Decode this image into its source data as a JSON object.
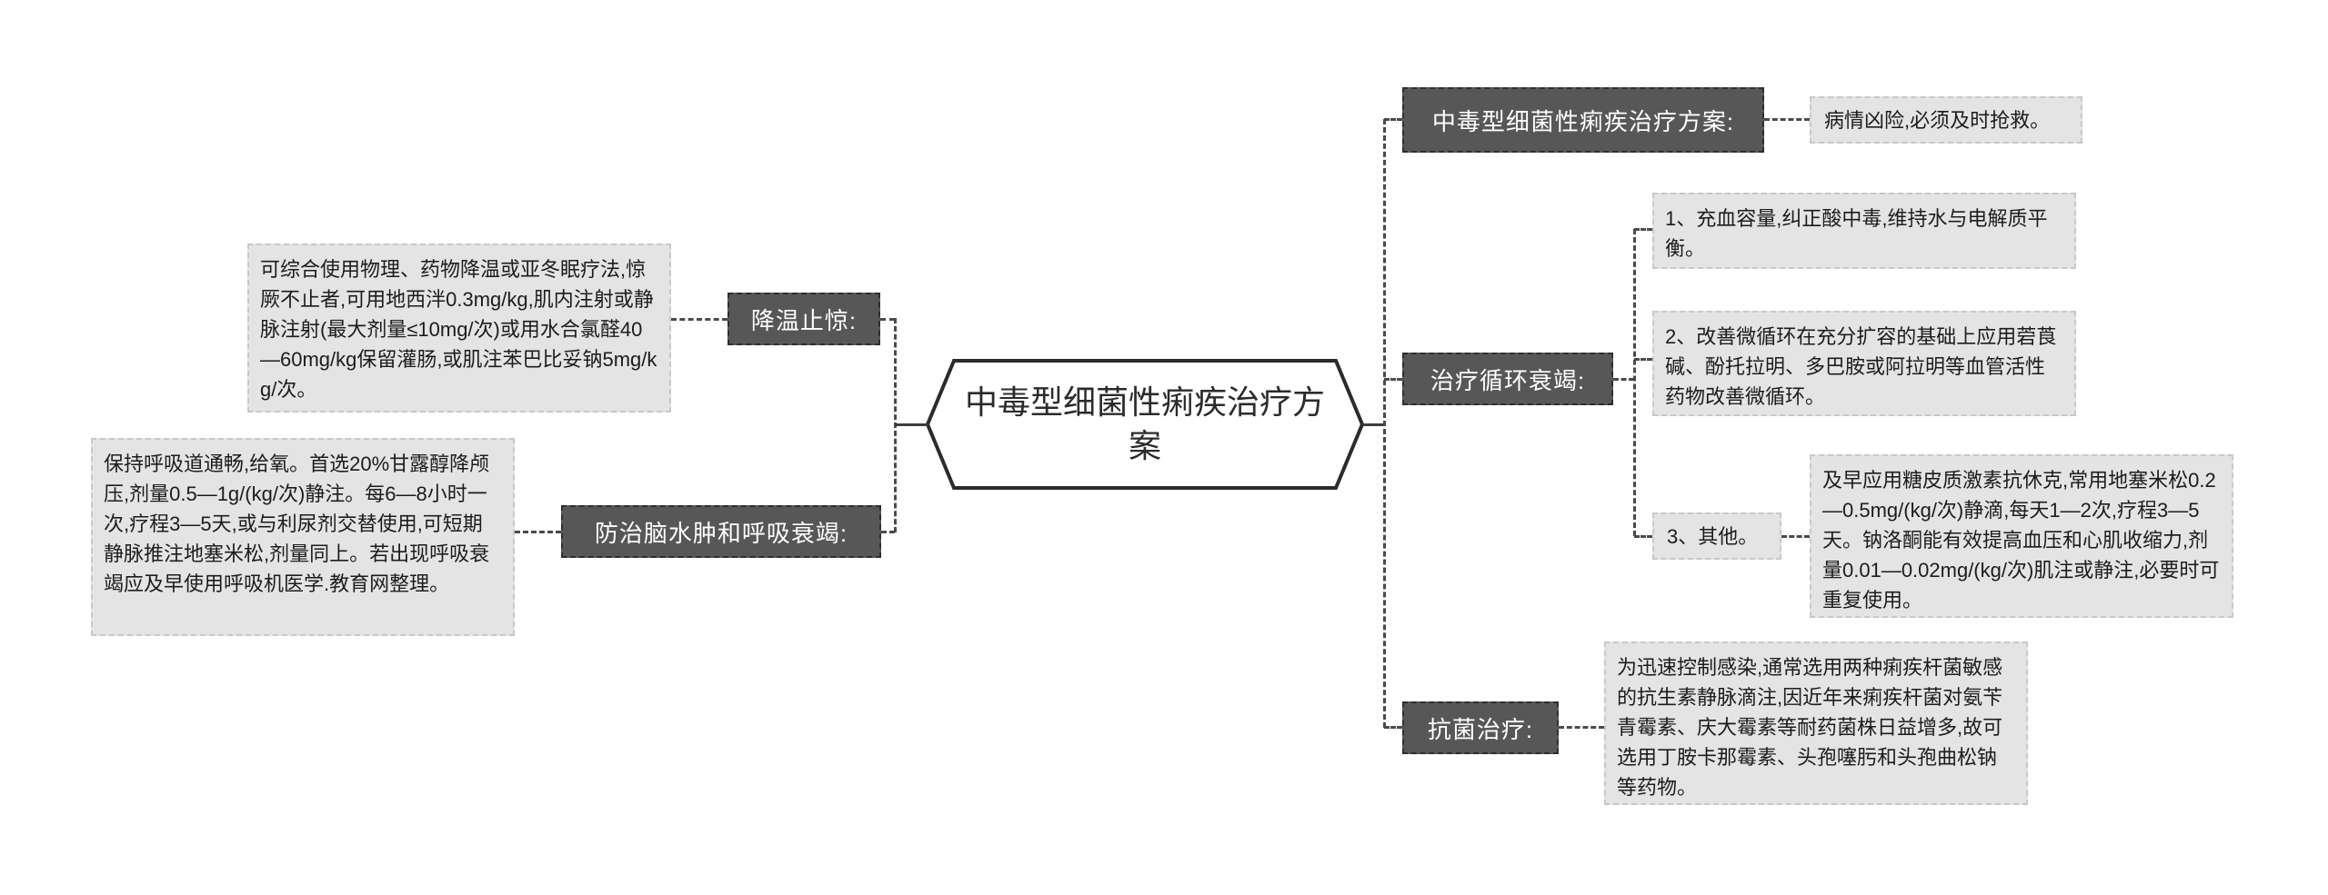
{
  "diagram": {
    "type": "mindmap",
    "center_topic": "中毒型细菌性痢疾治疗方案",
    "colors": {
      "background": "#ffffff",
      "topic_node_bg": "#575757",
      "topic_node_text": "#ffffff",
      "detail_box_bg": "#e4e4e4",
      "detail_box_text": "#1c1c1c",
      "connector_line": "#4a4a4a",
      "hexagon_border": "#2b2b2b"
    },
    "left_branches": [
      {
        "label": "降温止惊:",
        "detail": "可综合使用物理、药物降温或亚冬眠疗法,惊厥不止者,可用地西泮0.3mg/kg,肌内注射或静脉注射(最大剂量≤10mg/次)或用水合氯醛40—60mg/kg保留灌肠,或肌注苯巴比妥钠5mg/kg/次。"
      },
      {
        "label": "防治脑水肿和呼吸衰竭:",
        "detail": "保持呼吸道通畅,给氧。首选20%甘露醇降颅压,剂量0.5—1g/(kg/次)静注。每6—8小时一次,疗程3—5天,或与利尿剂交替使用,可短期静脉推注地塞米松,剂量同上。若出现呼吸衰竭应及早使用呼吸机医学.教育网整理。"
      }
    ],
    "right_branches": [
      {
        "label": "中毒型细菌性痢疾治疗方案:",
        "detail": "病情凶险,必须及时抢救。"
      },
      {
        "label": "治疗循环衰竭:",
        "children": [
          {
            "text": "1、充血容量,纠正酸中毒,维持水与电解质平衡。"
          },
          {
            "text": "2、改善微循环在充分扩容的基础上应用菪莨碱、酚托拉明、多巴胺或阿拉明等血管活性药物改善微循环。"
          },
          {
            "text": "3、其他。",
            "detail": "及早应用糖皮质激素抗休克,常用地塞米松0.2—0.5mg/(kg/次)静滴,每天1—2次,疗程3—5天。钠洛酮能有效提高血压和心肌收缩力,剂量0.01—0.02mg/(kg/次)肌注或静注,必要时可重复使用。"
          }
        ]
      },
      {
        "label": "抗菌治疗:",
        "detail": "为迅速控制感染,通常选用两种痢疾杆菌敏感的抗生素静脉滴注,因近年来痢疾杆菌对氨苄青霉素、庆大霉素等耐药菌株日益增多,故可选用丁胺卡那霉素、头孢噻肟和头孢曲松钠等药物。"
      }
    ]
  }
}
